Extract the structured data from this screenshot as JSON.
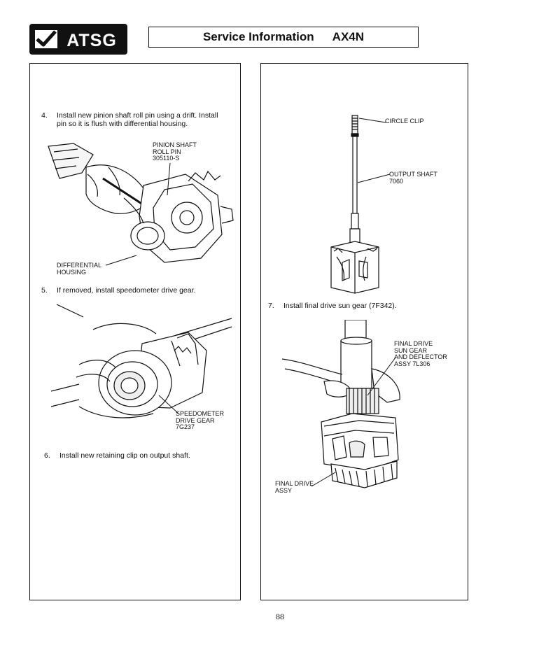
{
  "header": {
    "logo_text": "ATSG",
    "title": "Service Information",
    "model": "AX4N"
  },
  "steps": [
    {
      "number": "4.",
      "lines": [
        "Install new pinion shaft roll pin using a drift. Install",
        "pin so it is flush with differential housing."
      ]
    },
    {
      "number": "5.",
      "lines": [
        "If removed, install speedometer drive gear."
      ]
    },
    {
      "number": "6.",
      "lines": [
        "Install new retaining clip on output shaft."
      ]
    },
    {
      "number": "7.",
      "lines": [
        "Install final drive sun gear (7F342)."
      ]
    }
  ],
  "callouts": {
    "pinion_shaft_roll_pin": [
      "PINION SHAFT",
      "ROLL PIN",
      "305110-S"
    ],
    "differential_housing": [
      "DIFFERENTIAL",
      "HOUSING"
    ],
    "speedometer_drive_gear": [
      "SPEEDOMETER",
      "DRIVE GEAR",
      "7G237"
    ],
    "circle_clip": [
      "CIRCLE CLIP"
    ],
    "output_shaft": [
      "OUTPUT SHAFT",
      "7060"
    ],
    "final_drive_sun_gear": [
      "FINAL DRIVE",
      "SUN GEAR",
      "AND DEFLECTOR",
      "ASSY 7L306"
    ],
    "final_drive_assy": [
      "FINAL DRIVE",
      "ASSY"
    ]
  },
  "page_number": "88"
}
